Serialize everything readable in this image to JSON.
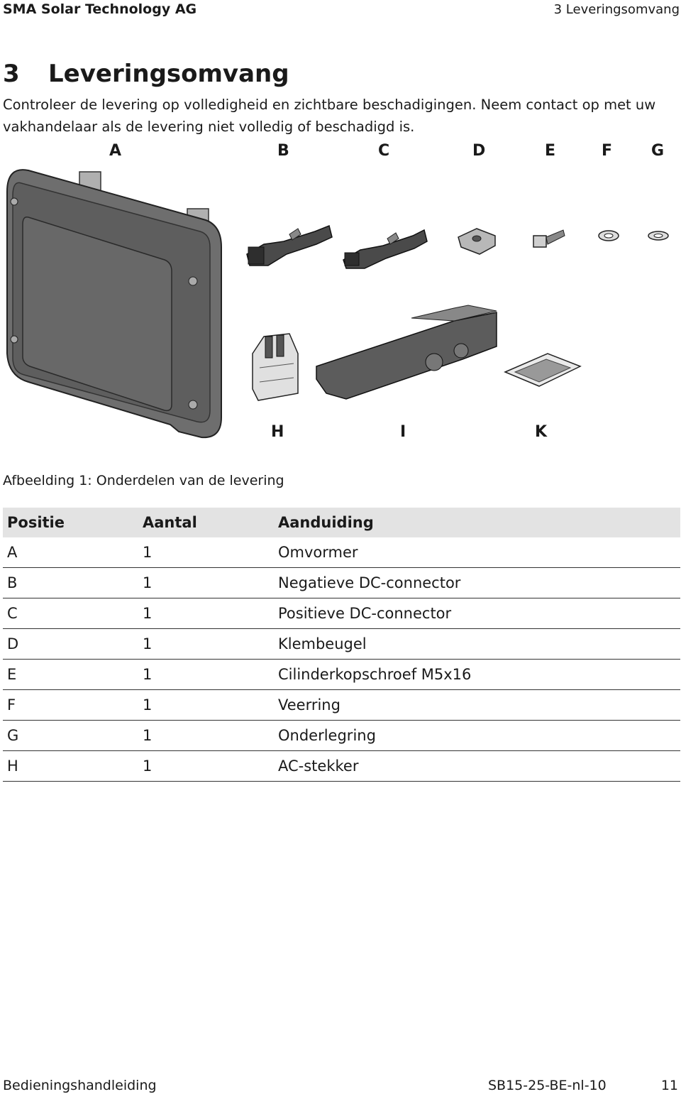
{
  "header": {
    "company": "SMA Solar Technology AG",
    "section": "3 Leveringsomvang"
  },
  "chapter": {
    "number": "3",
    "title": "Leveringsomvang"
  },
  "intro": "Controleer de levering op volledigheid en zichtbare beschadigingen. Neem contact op met uw vakhandelaar als de levering niet volledig of beschadigd is.",
  "figure": {
    "labels": [
      "A",
      "B",
      "C",
      "D",
      "E",
      "F",
      "G",
      "H",
      "I",
      "K"
    ],
    "caption": "Afbeelding 1: Onderdelen van de levering"
  },
  "table": {
    "headers": [
      "Positie",
      "Aantal",
      "Aanduiding"
    ],
    "rows": [
      [
        "A",
        "1",
        "Omvormer"
      ],
      [
        "B",
        "1",
        "Negatieve DC-connector"
      ],
      [
        "C",
        "1",
        "Positieve DC-connector"
      ],
      [
        "D",
        "1",
        "Klembeugel"
      ],
      [
        "E",
        "1",
        "Cilinderkopschroef M5x16"
      ],
      [
        "F",
        "1",
        "Veerring"
      ],
      [
        "G",
        "1",
        "Onderlegring"
      ],
      [
        "H",
        "1",
        "AC-stekker"
      ]
    ]
  },
  "footer": {
    "manual": "Bedieningshandleiding",
    "doc_code": "SB15-25-BE-nl-10",
    "page": "11"
  }
}
